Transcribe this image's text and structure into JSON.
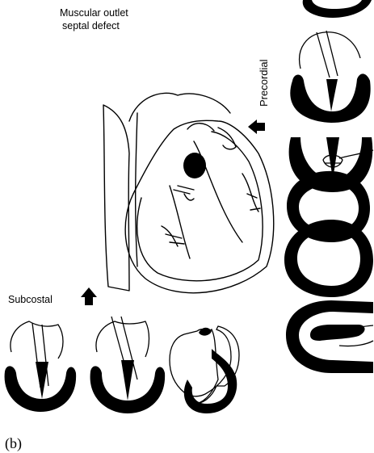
{
  "figure": {
    "title_line1": "Muscular outlet",
    "title_line2": "septal defect",
    "view_precordial": "Precordial",
    "view_subcostal": "Subcostal",
    "panel_label": "(b)",
    "ink_color": "#000000",
    "paper_color": "#ffffff"
  }
}
